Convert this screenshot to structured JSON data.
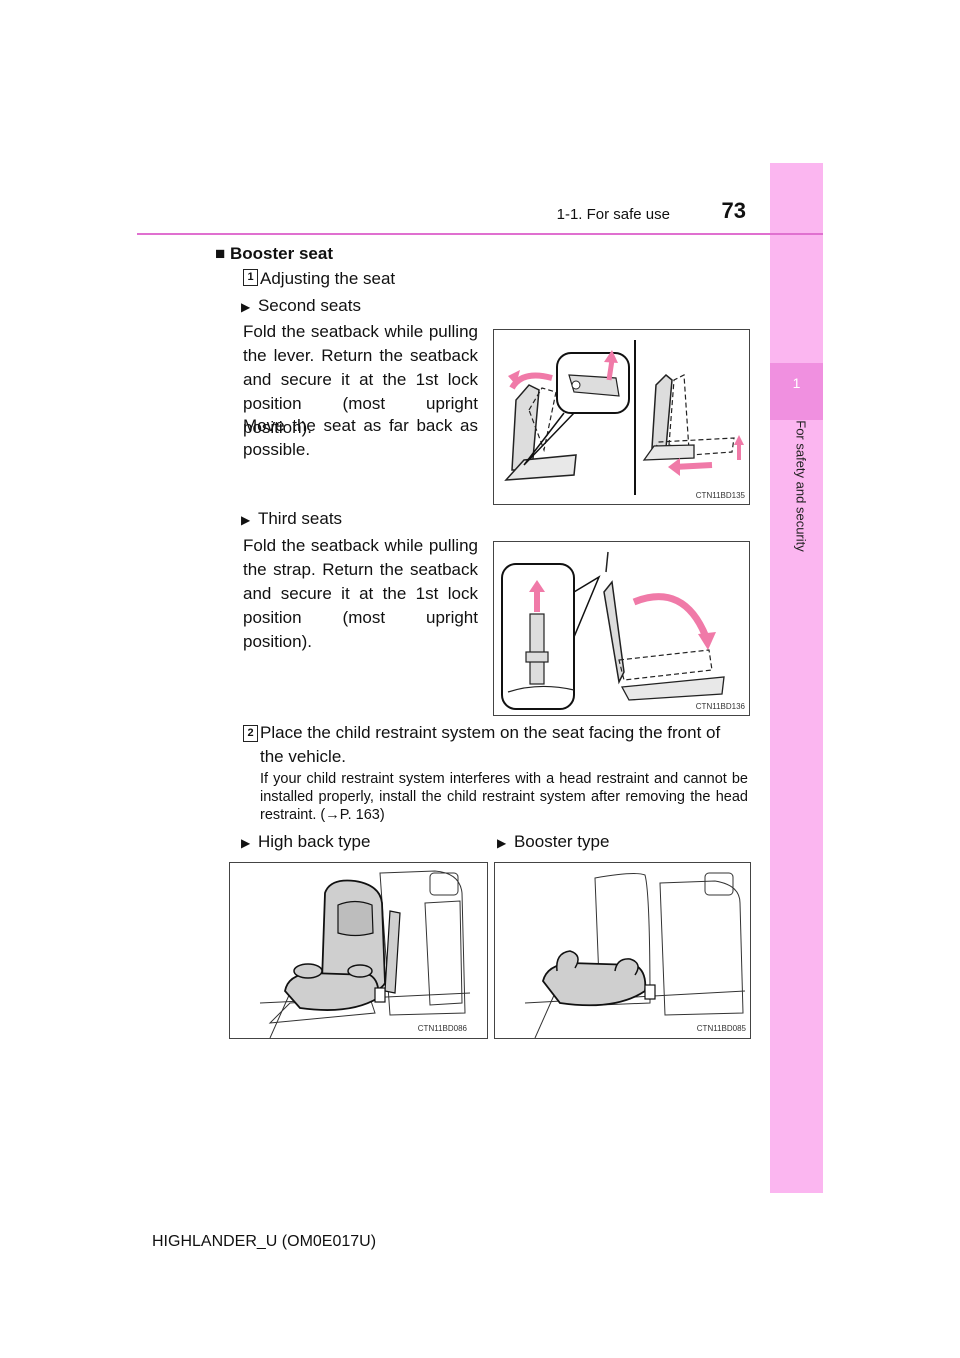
{
  "header": {
    "section": "1-1. For safe use",
    "page_number": "73"
  },
  "side_tab": {
    "chapter_number": "1",
    "chapter_title": "For safety and security"
  },
  "booster": {
    "heading_bullet": "■",
    "heading": "Booster seat",
    "step1": {
      "number": "1",
      "text": "Adjusting the seat",
      "second": {
        "bullet": "▶",
        "title": "Second seats",
        "para1": "Fold the seatback while pulling the lever. Return the seatback and secure it at the 1st lock position (most upright position).",
        "para2": "Move the seat as far back as possible.",
        "figure_code": "CTN11BD135"
      },
      "third": {
        "bullet": "▶",
        "title": "Third seats",
        "para1": "Fold the seatback while pulling the strap. Return the seatback and secure it at the 1st lock position (most upright position).",
        "figure_code": "CTN11BD136"
      }
    },
    "step2": {
      "number": "2",
      "text": "Place the child restraint system on the seat facing the front of the vehicle.",
      "note": "If your child restraint system interferes with a head restraint and cannot be installed properly, install the child restraint system after removing the head restraint. (→P. 163)",
      "high_back": {
        "bullet": "▶",
        "title": "High back type",
        "figure_code": "CTN11BD086"
      },
      "booster_type": {
        "bullet": "▶",
        "title": "Booster type",
        "figure_code": "CTN11BD085"
      }
    }
  },
  "footer": {
    "text": "HIGHLANDER_U (OM0E017U)"
  },
  "colors": {
    "tab": "#fbb6f0",
    "tab_dark": "#f090e0",
    "rule": "#e070d0",
    "arrow": "#f07aa8",
    "seat_fill": "#cfcfcf"
  }
}
